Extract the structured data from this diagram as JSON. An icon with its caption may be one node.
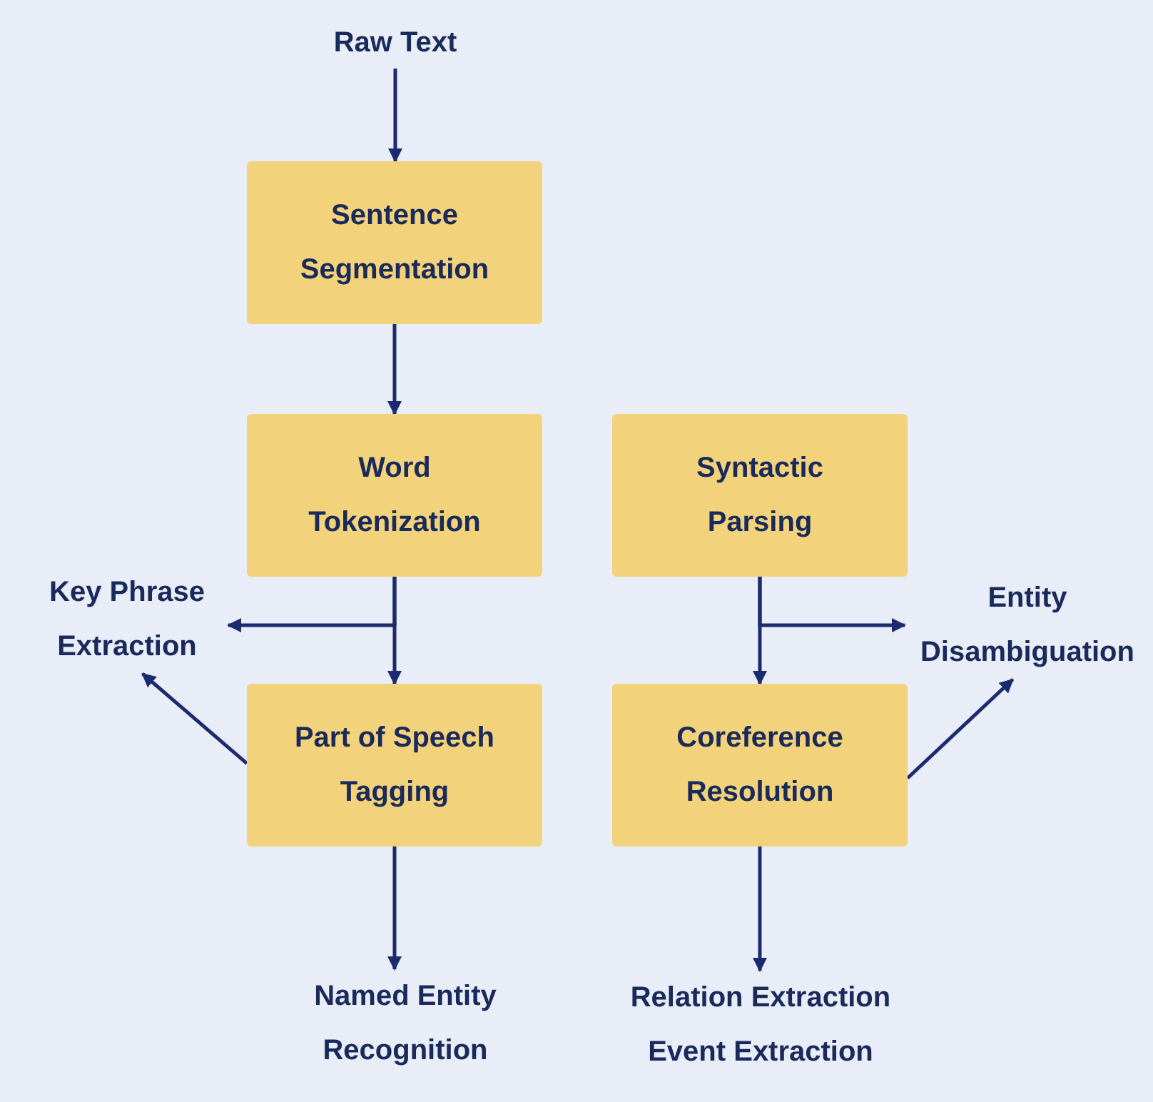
{
  "diagram": {
    "nodes": [
      {
        "text": [
          "Raw Text"
        ]
      },
      {
        "text": [
          "Sentence Segmentation"
        ]
      },
      {
        "text": [
          "Word Tokenization"
        ]
      },
      {
        "text": [
          "Syntactic Parsing"
        ]
      },
      {
        "text": [
          "Key Phrase Extraction"
        ]
      },
      {
        "text": [
          "Part of Speech Tagging"
        ]
      },
      {
        "text": [
          "Entity Disambiguation"
        ]
      },
      {
        "text": [
          "Coreference Resolution"
        ]
      },
      {
        "text": [
          "Named Entity Recognition"
        ]
      },
      {
        "text": [
          "Relation Extraction",
          "Event Extraction"
        ]
      }
    ],
    "edges": [
      {
        "from": 0,
        "to": 1,
        "arrow": "to"
      },
      {
        "from": 1,
        "to": 2,
        "arrow": "to"
      },
      {
        "from": 2,
        "to": 5,
        "arrow": "to"
      },
      {
        "from": 2,
        "to": 4,
        "arrow": "to"
      },
      {
        "from": 5,
        "to": 4,
        "arrow": "to"
      },
      {
        "from": 3,
        "to": 7,
        "arrow": "to"
      },
      {
        "from": 3,
        "to": 6,
        "arrow": "to"
      },
      {
        "from": 7,
        "to": 6,
        "arrow": "to"
      },
      {
        "from": 5,
        "to": 8,
        "arrow": "to"
      },
      {
        "from": 7,
        "to": 9,
        "arrow": "to"
      }
    ]
  }
}
